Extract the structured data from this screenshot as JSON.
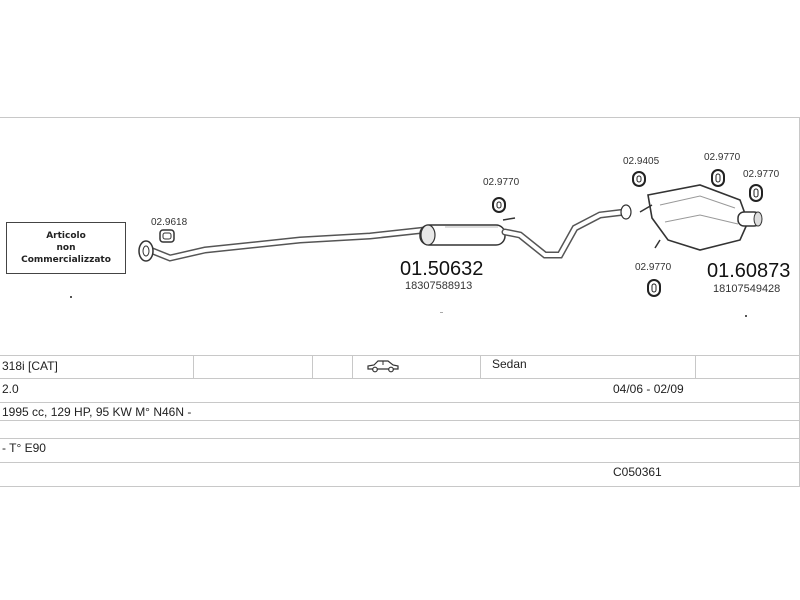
{
  "diagram": {
    "note_lines": [
      "Articolo",
      "non",
      "Commercializzato"
    ],
    "parts": [
      {
        "code": "02.9618"
      },
      {
        "code": "01.50632",
        "oe": "18307588913"
      },
      {
        "code": "02.9770"
      },
      {
        "code": "02.9405"
      },
      {
        "code": "02.9770"
      },
      {
        "code": "02.9770"
      },
      {
        "code": "02.9770"
      },
      {
        "code": "01.60873",
        "oe": "18107549428"
      }
    ]
  },
  "specs": {
    "model": "318i  [CAT]",
    "body": "Sedan",
    "body_icon": "car-sedan-icon",
    "engine": "2.0",
    "years": "04/06 - 02/09",
    "details": "1995 cc, 129 HP, 95 KW M° N46N -",
    "type": "- T° E90",
    "ref": "C050361"
  }
}
